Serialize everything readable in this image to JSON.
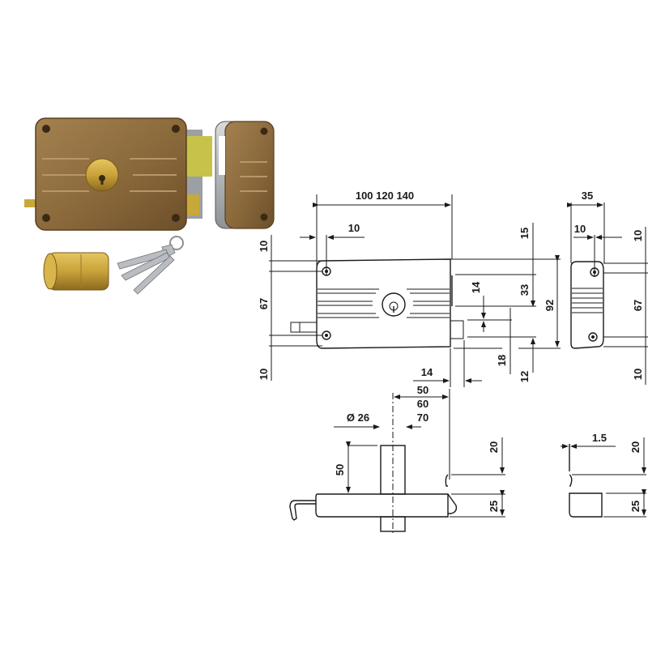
{
  "product_photo": {
    "lock_body_color": "#8a6a3c",
    "keeper_color": "#8a6a3c",
    "cylinder_color": "#c9a23a",
    "bolt_color": "#c8a838",
    "keys_color": "#b9bcc0",
    "key_count": 3
  },
  "front_view": {
    "width_dims": "100 120 140",
    "hole_offset": "10",
    "left_top": "10",
    "left_middle": "67",
    "left_bottom": "10",
    "right_15": "15",
    "right_14": "14",
    "right_33": "33",
    "right_92": "92",
    "right_18": "18",
    "right_12": "12",
    "bottom_14": "14"
  },
  "keeper_view": {
    "width": "35",
    "hole_offset": "10",
    "right_top": "10",
    "right_middle": "67",
    "right_bottom": "10"
  },
  "bottom_view": {
    "backset_line1": "50",
    "backset_line2": "60",
    "backset_line3": "70",
    "cylinder_diameter": "Ø 26",
    "cylinder_height": "50",
    "right_20": "20",
    "right_25": "25"
  },
  "keeper_bottom_view": {
    "thickness": "1.5",
    "right_20": "20",
    "right_25": "25"
  }
}
